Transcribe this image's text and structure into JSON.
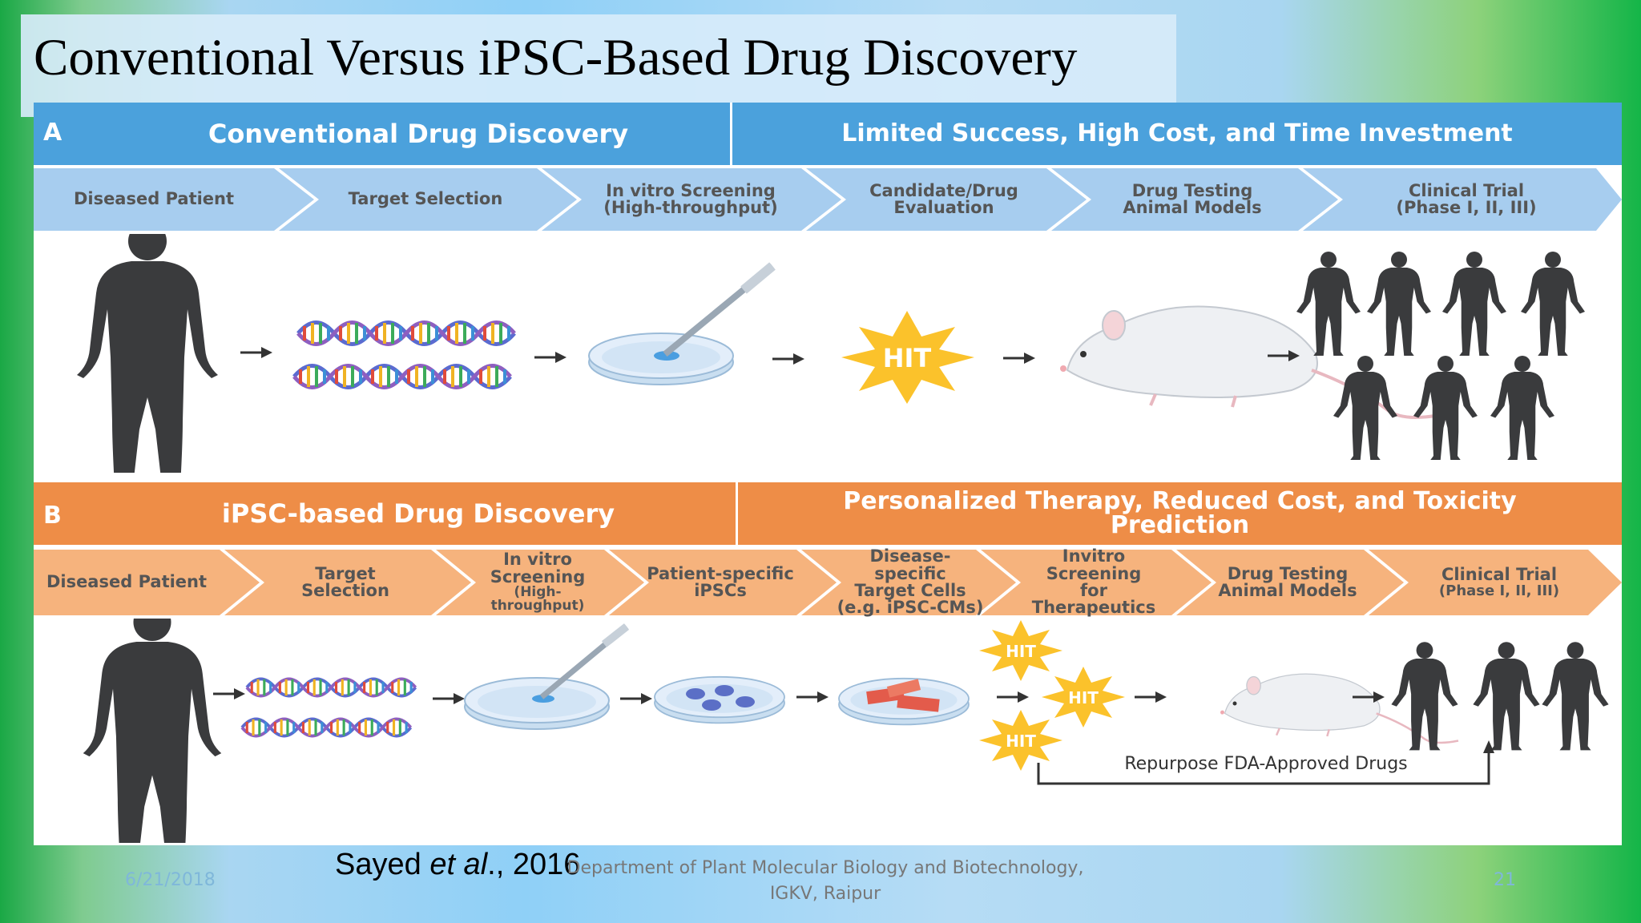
{
  "slide_title": "Conventional Versus iPSC-Based Drug Discovery",
  "panel_a": {
    "letter": "A",
    "header_left": "Conventional Drug Discovery",
    "header_right": "Limited Success, High Cost, and Time Investment",
    "steps": [
      {
        "line1": "Diseased Patient",
        "line2": ""
      },
      {
        "line1": "Target Selection",
        "line2": ""
      },
      {
        "line1": "In vitro Screening",
        "line2": "(High-throughput)"
      },
      {
        "line1": "Candidate/Drug",
        "line2": "Evaluation"
      },
      {
        "line1": "Drug Testing",
        "line2": "Animal Models"
      },
      {
        "line1": "Clinical Trial",
        "line2": "(Phase I, II, III)"
      }
    ],
    "hit_label": "HIT"
  },
  "panel_b": {
    "letter": "B",
    "header_left": "iPSC-based Drug Discovery",
    "header_right_line1": "Personalized Therapy, Reduced Cost, and Toxicity",
    "header_right_line2": "Prediction",
    "steps": [
      {
        "lines": [
          "Diseased Patient"
        ]
      },
      {
        "lines": [
          "Target",
          "Selection"
        ]
      },
      {
        "lines": [
          "In vitro",
          "Screening",
          "(High-throughput)"
        ]
      },
      {
        "lines": [
          "Patient-specific",
          "iPSCs"
        ]
      },
      {
        "lines": [
          "Disease-specific",
          "Target Cells",
          "(e.g. iPSC-CMs)"
        ]
      },
      {
        "lines": [
          "Invitro",
          "Screening",
          "for",
          "Therapeutics"
        ]
      },
      {
        "lines": [
          "Drug Testing",
          "Animal Models"
        ]
      },
      {
        "lines": [
          "Clinical Trial",
          "(Phase I, II, III)"
        ]
      }
    ],
    "hit_label": "HIT",
    "repurpose_label": "Repurpose FDA-Approved Drugs"
  },
  "citation": {
    "author": "Sayed ",
    "etal": "et al",
    "rest": "., 2016"
  },
  "footer": {
    "date": "6/21/2018",
    "department_line1": "Department of Plant Molecular Biology and Biotechnology,",
    "department_line2": "IGKV, Raipur",
    "page_number": "21"
  },
  "colors": {
    "panel_a_header": "#4ba1dc",
    "panel_a_steps": "#a7cdef",
    "panel_b_header": "#ee8d47",
    "panel_b_steps": "#f6b37d",
    "silhouette": "#3a3b3d",
    "hit_star": "#fbc22b"
  }
}
